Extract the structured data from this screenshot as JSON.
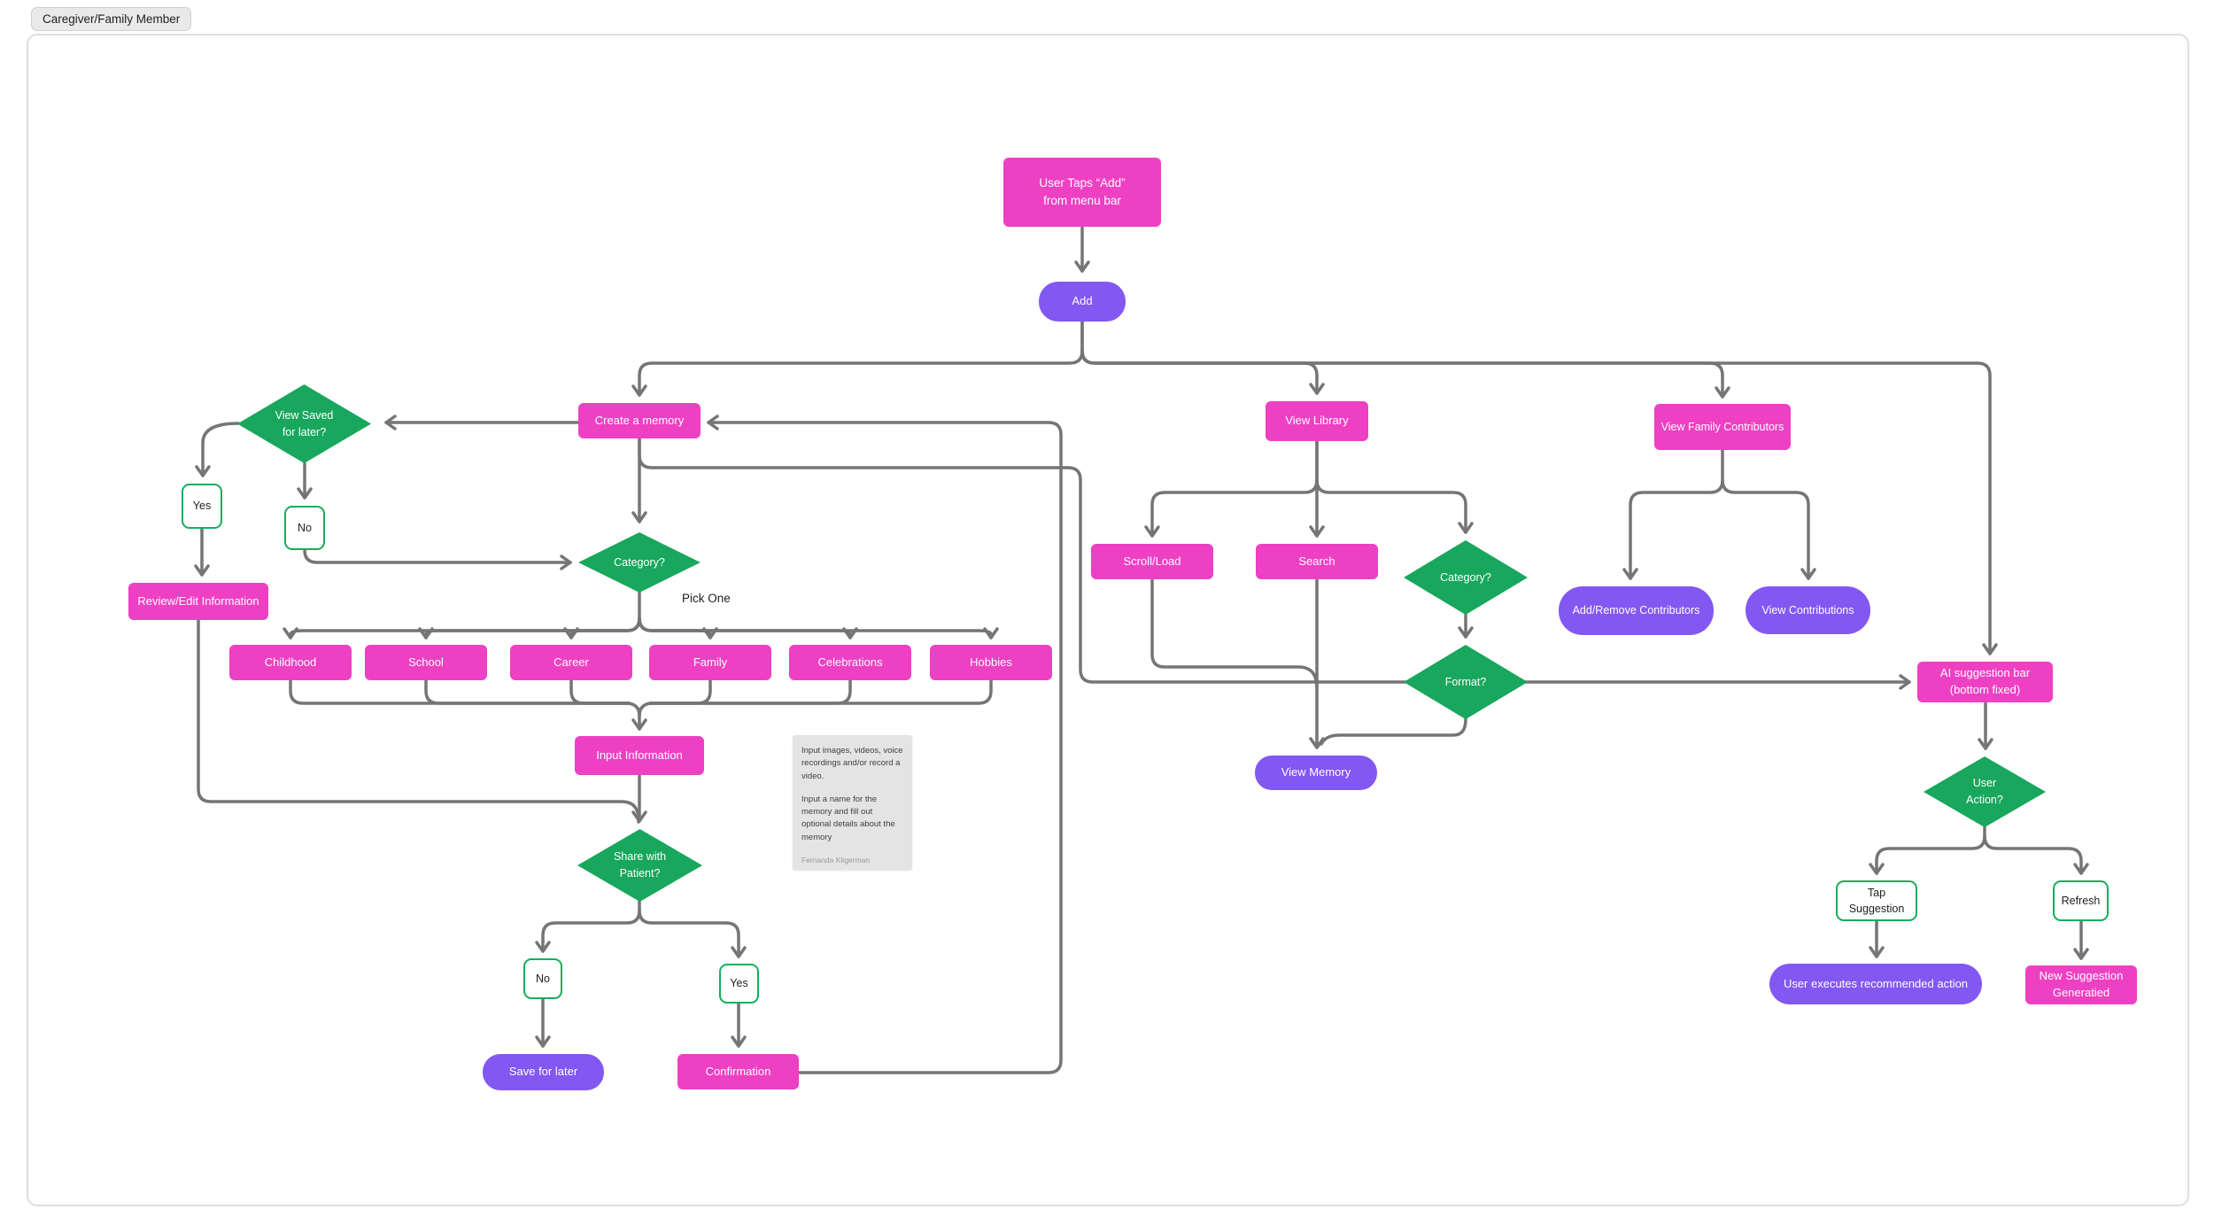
{
  "tab": {
    "label": "Caregiver/Family Member"
  },
  "labels": {
    "pick_one": "Pick One"
  },
  "colors": {
    "process_pink": "#ee40c3",
    "action_purple": "#8357f2",
    "decision_green": "#18a75c",
    "option_border_green": "#14ae5c",
    "connector_gray": "#757575",
    "note_gray": "#e4e4e4"
  },
  "nodes": {
    "user_taps": {
      "label": "User Taps “Add”\nfrom menu bar"
    },
    "add": {
      "label": "Add"
    },
    "create_memory": {
      "label": "Create a memory"
    },
    "view_saved": {
      "label": "View Saved\nfor later?"
    },
    "yes1": {
      "label": "Yes"
    },
    "no1": {
      "label": "No"
    },
    "review_edit": {
      "label": "Review/Edit Information"
    },
    "category1": {
      "label": "Category?"
    },
    "childhood": {
      "label": "Childhood"
    },
    "school": {
      "label": "School"
    },
    "career": {
      "label": "Career"
    },
    "family": {
      "label": "Family"
    },
    "celebrations": {
      "label": "Celebrations"
    },
    "hobbies": {
      "label": "Hobbies"
    },
    "input_information": {
      "label": "Input Information"
    },
    "share_with_patient": {
      "label": "Share with\nPatient?"
    },
    "no2": {
      "label": "No"
    },
    "yes2": {
      "label": "Yes"
    },
    "save_for_later": {
      "label": "Save for later"
    },
    "confirmation": {
      "label": "Confirmation"
    },
    "view_library": {
      "label": "View Library"
    },
    "scroll_load": {
      "label": "Scroll/Load"
    },
    "search": {
      "label": "Search"
    },
    "category2": {
      "label": "Category?"
    },
    "format": {
      "label": "Format?"
    },
    "view_memory": {
      "label": "View Memory"
    },
    "view_family_contributors": {
      "label": "View Family Contributors"
    },
    "add_remove_contributors": {
      "label": "Add/Remove Contributors"
    },
    "view_contributions": {
      "label": "View Contributions"
    },
    "ai_suggestion_bar": {
      "label": "AI suggestion bar\n(bottom fixed)"
    },
    "user_action": {
      "label": "User\nAction?"
    },
    "tap_suggestion": {
      "label": "Tap\nSuggestion"
    },
    "refresh": {
      "label": "Refresh"
    },
    "user_executes": {
      "label": "User executes recommended action"
    },
    "new_suggestion": {
      "label": "New Suggestion\nGeneratied"
    }
  },
  "note": {
    "para1": "Input images, videos, voice recordings and/or record a video.",
    "para2": "Input a name for the memory and fill out optional details about the memory",
    "author": "Fernanda Kligerman"
  },
  "edges": [
    {
      "from": "user_taps",
      "to": "add"
    },
    {
      "from": "add",
      "to": "create_memory"
    },
    {
      "from": "add",
      "to": "view_library"
    },
    {
      "from": "add",
      "to": "view_family_contributors"
    },
    {
      "from": "add",
      "to": "ai_suggestion_bar"
    },
    {
      "from": "create_memory",
      "to": "view_saved"
    },
    {
      "from": "view_saved",
      "to": "yes1"
    },
    {
      "from": "view_saved",
      "to": "no1"
    },
    {
      "from": "yes1",
      "to": "review_edit"
    },
    {
      "from": "no1",
      "to": "category1"
    },
    {
      "from": "review_edit",
      "to": "share_with_patient"
    },
    {
      "from": "create_memory",
      "to": "category1"
    },
    {
      "from": "create_memory",
      "to": "ai_suggestion_bar"
    },
    {
      "from": "category1",
      "to": "childhood"
    },
    {
      "from": "category1",
      "to": "school"
    },
    {
      "from": "category1",
      "to": "career"
    },
    {
      "from": "category1",
      "to": "family"
    },
    {
      "from": "category1",
      "to": "celebrations"
    },
    {
      "from": "category1",
      "to": "hobbies"
    },
    {
      "from": "childhood",
      "to": "input_information"
    },
    {
      "from": "school",
      "to": "input_information"
    },
    {
      "from": "career",
      "to": "input_information"
    },
    {
      "from": "family",
      "to": "input_information"
    },
    {
      "from": "celebrations",
      "to": "input_information"
    },
    {
      "from": "hobbies",
      "to": "input_information"
    },
    {
      "from": "input_information",
      "to": "share_with_patient"
    },
    {
      "from": "share_with_patient",
      "to": "no2"
    },
    {
      "from": "share_with_patient",
      "to": "yes2"
    },
    {
      "from": "no2",
      "to": "save_for_later"
    },
    {
      "from": "yes2",
      "to": "confirmation"
    },
    {
      "from": "confirmation",
      "to": "create_memory"
    },
    {
      "from": "view_library",
      "to": "scroll_load"
    },
    {
      "from": "view_library",
      "to": "search"
    },
    {
      "from": "view_library",
      "to": "category2"
    },
    {
      "from": "scroll_load",
      "to": "view_memory"
    },
    {
      "from": "search",
      "to": "view_memory"
    },
    {
      "from": "category2",
      "to": "format"
    },
    {
      "from": "format",
      "to": "view_memory"
    },
    {
      "from": "view_family_contributors",
      "to": "add_remove_contributors"
    },
    {
      "from": "view_family_contributors",
      "to": "view_contributions"
    },
    {
      "from": "ai_suggestion_bar",
      "to": "user_action"
    },
    {
      "from": "user_action",
      "to": "tap_suggestion"
    },
    {
      "from": "user_action",
      "to": "refresh"
    },
    {
      "from": "tap_suggestion",
      "to": "user_executes"
    },
    {
      "from": "refresh",
      "to": "new_suggestion"
    }
  ]
}
